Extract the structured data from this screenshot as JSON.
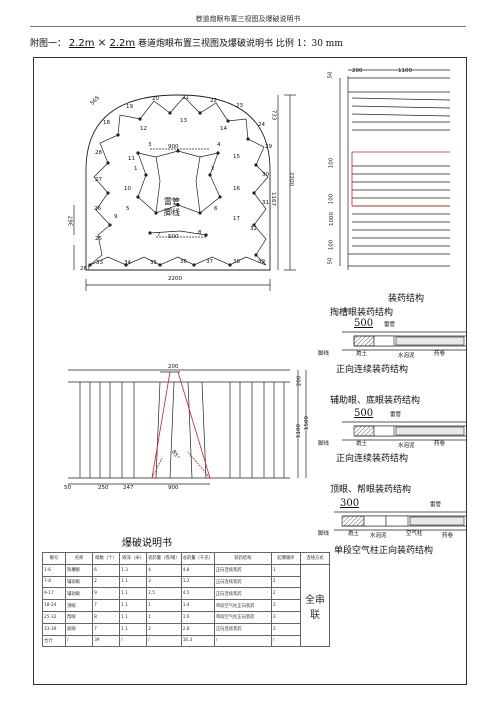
{
  "doc": {
    "header": "巷道炮眼布置三视图及爆破说明书",
    "title": {
      "prefix": "附图一：",
      "dim_a": "2.2m",
      "times": "×",
      "dim_b": "2.2m",
      "rest": "巷道炮眼布置三视图及爆破说明书    比例 1：30  mm"
    }
  },
  "front_view": {
    "hole_labels": [
      "1",
      "2",
      "3",
      "4",
      "5",
      "6",
      "7",
      "8",
      "9",
      "10",
      "11",
      "12",
      "13",
      "14",
      "15",
      "16",
      "17",
      "18",
      "19",
      "20",
      "21",
      "22",
      "23",
      "24",
      "25",
      "26",
      "27",
      "28",
      "29",
      "30",
      "31",
      "32",
      "33",
      "34",
      "35",
      "36",
      "37",
      "38",
      "39"
    ],
    "center_text": "雷管",
    "center_text2": "脚线",
    "dims": {
      "top_width": "900",
      "mid_width": "500",
      "bottom_width": "2200",
      "right_height": "2200",
      "right_inner": "1167",
      "right_top": "733",
      "left_dim1": "565",
      "left_dim2": "367",
      "left_dim3": "261"
    }
  },
  "side_view": {
    "dims": [
      "50",
      "200",
      "1100",
      "100",
      "100",
      "1000",
      "100",
      "50"
    ]
  },
  "plan_view": {
    "dims": [
      "200",
      "50",
      "250",
      "247",
      "900",
      "200",
      "1100",
      "1500"
    ],
    "angle": "85°"
  },
  "charging": {
    "heading": "装药结构",
    "sections": [
      {
        "name": "掏槽眼装药结构",
        "len": "500",
        "detonator": "雷管",
        "wire": "脚线",
        "clay": "炮土",
        "cement": "水泡泥",
        "charge": "药卷",
        "caption": "正向连续装药结构"
      },
      {
        "name": "辅助眼、底眼装药结构",
        "len": "500",
        "detonator": "雷管",
        "wire": "脚线",
        "clay": "炮土",
        "cement": "水泡泥",
        "charge": "药卷",
        "caption": "正向连续装药结构"
      },
      {
        "name": "顶眼、帮眼装药结构",
        "len": "300",
        "detonator": "雷管",
        "wire": "脚线",
        "clay": "炮土",
        "cement": "水泡泥",
        "air": "空气柱",
        "charge": "药卷",
        "caption": "单段空气柱正向装药结构"
      }
    ]
  },
  "blast": {
    "heading": "爆破说明书",
    "columns": [
      "眼号",
      "名称",
      "眼数（个）",
      "眼深（米）",
      "装药量（卷/眼）",
      "总药量（千克）",
      "装药结构",
      "起爆顺序",
      "连线方式"
    ],
    "rows": [
      [
        "1-6",
        "掏槽眼",
        "6",
        "1.3",
        "4",
        "4.8",
        "正向连续装药",
        "1"
      ],
      [
        "7-8",
        "辅助眼",
        "2",
        "1.1",
        "3",
        "1.2",
        "正向连续装药",
        "2"
      ],
      [
        "9-17",
        "辅助眼",
        "9",
        "1.1",
        "2.5",
        "4.5",
        "正向连续装药",
        "2"
      ],
      [
        "18-24",
        "顶眼",
        "7",
        "1.1",
        "1",
        "1.4",
        "单段空气柱正向装药",
        "3"
      ],
      [
        "25-32",
        "帮眼",
        "8",
        "1.1",
        "1",
        "1.6",
        "单段空气柱正向装药",
        "3"
      ],
      [
        "33-39",
        "底眼",
        "7",
        "1.1",
        "2",
        "2.8",
        "正向连续装药",
        "3"
      ],
      [
        "合计",
        "/",
        "39",
        "/",
        "/",
        "16.3",
        "/",
        "/"
      ]
    ],
    "connection": "全串联"
  }
}
